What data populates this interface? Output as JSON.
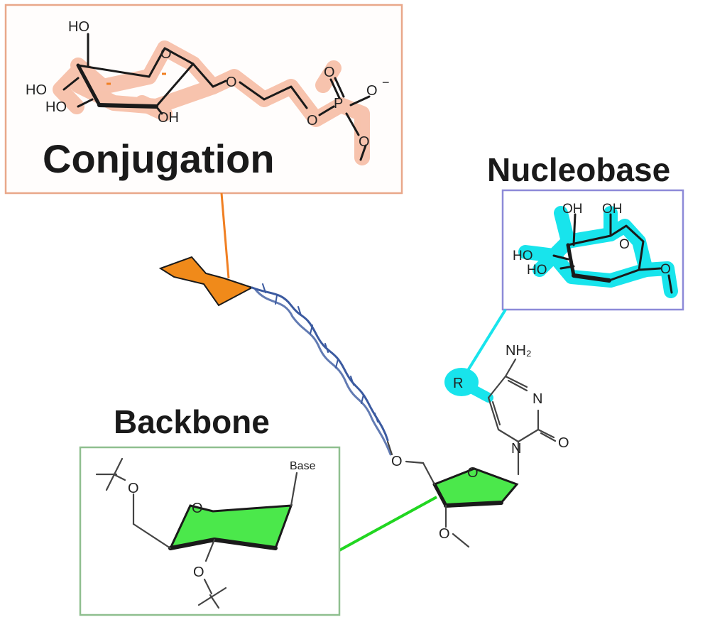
{
  "panels": {
    "conjugation": {
      "title": "Conjugation",
      "border_color": "#e9a88a",
      "highlight_color": "#f6b9a0",
      "connector_color": "#f07f22",
      "labels": {
        "ho_top": "HO",
        "o_ring": "O",
        "ho_left": "HO",
        "ho_left2": "HO",
        "oh_bottom": "OH",
        "o_link": "O",
        "o_p1": "O",
        "p": "P",
        "o_minus": "O",
        "charge": "−",
        "o_bottom": "O"
      }
    },
    "nucleobase": {
      "title": "Nucleobase",
      "border_color": "#8d8ad8",
      "highlight_color": "#18e4ec",
      "labels": {
        "oh_1": "OH",
        "oh_2": "OH",
        "o_ring": "O",
        "ho_1": "HO",
        "ho_2": "HO",
        "o_link": "O"
      }
    },
    "backbone": {
      "title": "Backbone",
      "border_color": "#8fbf8f",
      "highlight_color": "#4be84b",
      "labels": {
        "o_top": "O",
        "o_ring": "O",
        "base": "Base",
        "o_bottom": "O"
      }
    }
  },
  "center_molecule": {
    "labels": {
      "nh2": "NH₂",
      "n3": "N",
      "n1": "N",
      "o_carbonyl": "O",
      "r": "R",
      "o_ring": "O",
      "o_5prime": "O",
      "o_2prime": "O"
    },
    "sugar_color": "#4be84b",
    "r_highlight": "#18e4ec"
  },
  "colors": {
    "oligo_strand": "#3b5aa0",
    "conjugate_shape": "#f08a1a",
    "backbone_connector": "#21d621",
    "nucleobase_connector": "#18e4ec"
  }
}
